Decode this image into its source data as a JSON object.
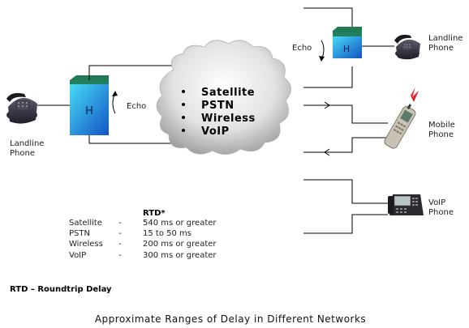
{
  "cloud": {
    "items": [
      "Satellite",
      "PSTN",
      "Wireless",
      "VoIP"
    ]
  },
  "hybrid_left": {
    "label": "H",
    "echo_label": "Echo"
  },
  "hybrid_right": {
    "label": "H",
    "echo_label": "Echo"
  },
  "phones": {
    "left_landline": [
      "Landline",
      "Phone"
    ],
    "right_landline": [
      "Landline",
      "Phone"
    ],
    "mobile": [
      "Mobile",
      "Phone"
    ],
    "voip": [
      "VoIP",
      "Phone"
    ]
  },
  "rtd_table": {
    "heading": "RTD*",
    "rows": [
      {
        "network": "Satellite",
        "dash": "-",
        "delay": "540 ms or greater"
      },
      {
        "network": "PSTN",
        "dash": "-",
        "delay": "15 to 50 ms"
      },
      {
        "network": "Wireless",
        "dash": "-",
        "delay": "200 ms or greater"
      },
      {
        "network": "VoIP",
        "dash": "-",
        "delay": "300 ms or greater"
      }
    ]
  },
  "footnote": "RTD – Roundtrip Delay",
  "caption": "Approximate Ranges of Delay in Different Networks",
  "colors": {
    "hybrid_top": "#1f7a55",
    "hybrid_body_light": "#3ad0f0",
    "hybrid_body_dark": "#1560c8",
    "cloud_light": "#ffffff",
    "cloud_dark": "#9a9a9a",
    "line": "#000000"
  }
}
